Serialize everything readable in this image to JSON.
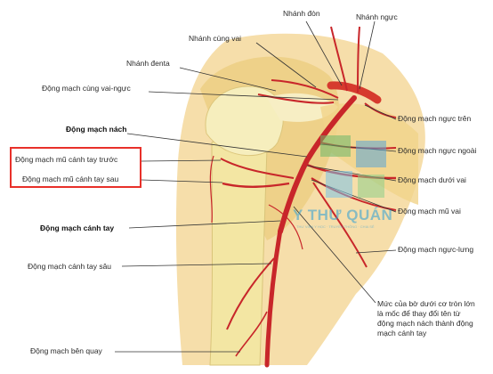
{
  "labels": {
    "nhanh_don": "Nhánh đòn",
    "nhanh_nguc": "Nhánh ngực",
    "nhanh_cung_vai": "Nhánh cùng vai",
    "nhanh_denta": "Nhánh đenta",
    "dm_cung_vai_nguc": "Động mạch cùng vai-ngực",
    "dm_nach": "Động mạch nách",
    "dm_mu_canh_tay_truoc": "Động mạch mũ cánh tay trước",
    "dm_mu_canh_tay_sau": "Động mạch mũ cánh tay sau",
    "dm_canh_tay": "Động mạch cánh tay",
    "dm_canh_tay_sau": "Động mạch cánh tay sâu",
    "dm_ben_quay": "Động mạch bên quay",
    "dm_nguc_tren": "Động mạch ngực trên",
    "dm_nguc_ngoai": "Động mạch ngực ngoài",
    "dm_duoi_vai": "Động mạch dưới vai",
    "dm_mu_vai": "Động mạch mũ vai",
    "dm_nguc_lung": "Động mạch ngực-lưng",
    "note": "Mức của bờ dưới cơ tròn lớn là mốc để thay đổi tên từ động mạch nách thành động mạch cánh tay"
  },
  "watermark": {
    "brand": "Y THƯ QUÁN",
    "tagline": "THƯ VIỆN Y HỌC · TRUYỀN THÔNG · CHIA SẺ"
  },
  "colors": {
    "highlight_border": "#e8302a",
    "artery": "#c8262a",
    "bone": "#f3e6a3",
    "skin": "#f6deaa",
    "watermark": "#2e9fd6"
  }
}
